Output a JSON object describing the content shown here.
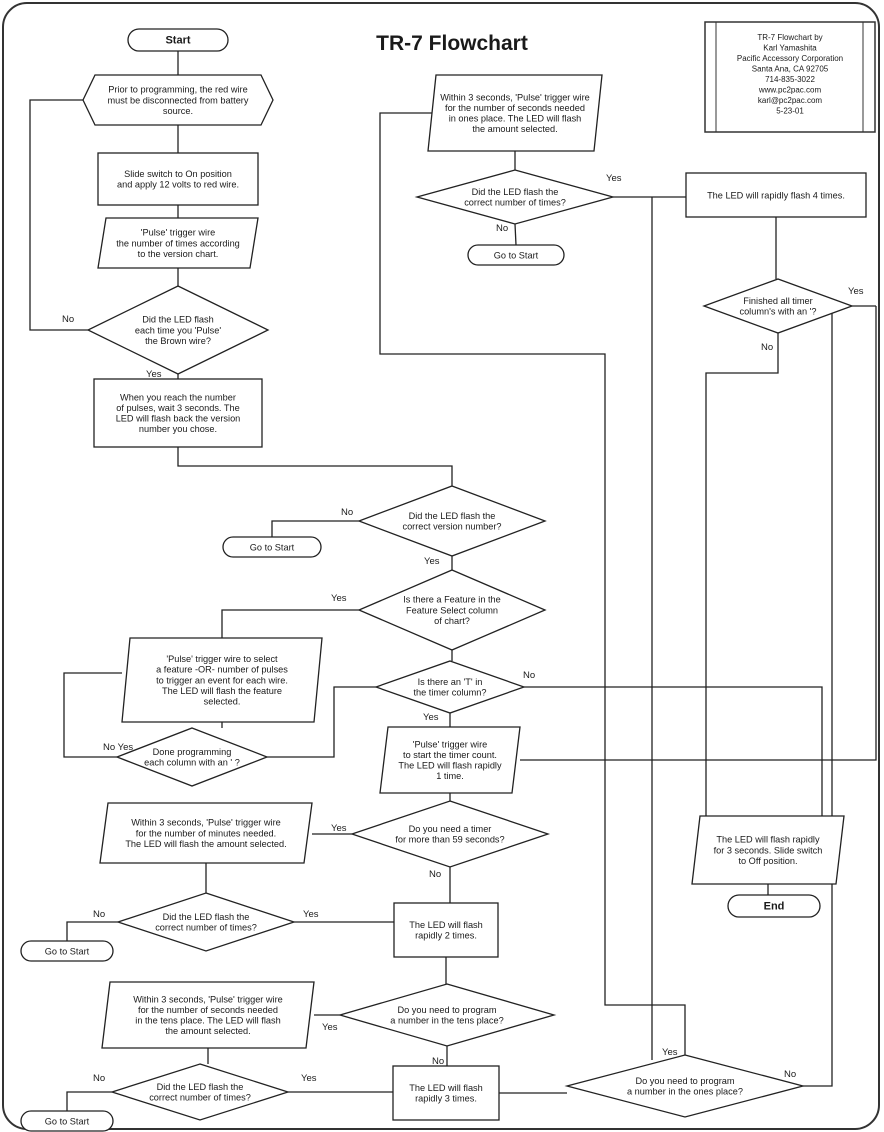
{
  "title": "TR-7 Flowchart",
  "credits": [
    "TR-7 Flowchart by",
    "Karl Yamashita",
    "Pacific Accessory Corporation",
    "Santa Ana, CA 92705",
    "714-835-3022",
    "www.pc2pac.com",
    "karl@pc2pac.com",
    "5-23-01"
  ],
  "nodes": {
    "start": [
      "Start"
    ],
    "prior": [
      "Prior to programming, the red wire",
      "must be disconnected from battery",
      "source."
    ],
    "slide": [
      "Slide switch to On position",
      "and apply 12 volts to red wire."
    ],
    "pulse_version": [
      "'Pulse' trigger wire",
      "the number of times according",
      "to the version chart."
    ],
    "did_flash_each": [
      "Did the LED flash",
      "each time you 'Pulse'",
      "the Brown wire?"
    ],
    "reach_number": [
      "When you reach the number",
      "of pulses, wait 3 seconds. The",
      "LED will flash back the version",
      "number you chose."
    ],
    "did_flash_version": [
      "Did the LED flash the",
      "correct version number?"
    ],
    "goto1": [
      "Go to Start"
    ],
    "feature_q": [
      "Is there a Feature in the",
      "Feature Select column",
      "of chart?"
    ],
    "pulse_feature": [
      "'Pulse' trigger wire to select",
      "a feature -OR- number of pulses",
      "to trigger an event for each wire.",
      "The LED will flash the feature",
      "selected."
    ],
    "done_prog": [
      "Done programming",
      "each column with an ' ?"
    ],
    "timer_q": [
      "Is there an 'T' in",
      "the timer column?"
    ],
    "pulse_timer": [
      "'Pulse' trigger wire",
      "to start the timer count.",
      "The LED will flash rapidly",
      "1 time."
    ],
    "need_timer": [
      "Do you need a timer",
      "for more than 59 seconds?"
    ],
    "minutes": [
      "Within 3 seconds, 'Pulse' trigger wire",
      "for the number of minutes needed.",
      "The LED will flash the amount selected."
    ],
    "did_min": [
      "Did the LED flash the",
      "correct number of times?"
    ],
    "goto2": [
      "Go to Start"
    ],
    "flash2": [
      "The LED will flash",
      "rapidly 2 times."
    ],
    "tens_q": [
      "Do you need to program",
      "a number in the tens place?"
    ],
    "tens": [
      "Within 3 seconds, 'Pulse' trigger wire",
      "for the number of seconds needed",
      "in the tens place. The LED will flash",
      "the amount selected."
    ],
    "did_tens": [
      "Did the LED flash the",
      "correct number of times?"
    ],
    "goto3": [
      "Go to Start"
    ],
    "flash3": [
      "The LED will flash",
      "rapidly 3 times."
    ],
    "ones_q": [
      "Do you need to program",
      "a number in the ones place?"
    ],
    "ones": [
      "Within 3 seconds, 'Pulse' trigger wire",
      "for the number of seconds needed",
      "in ones place. The LED will flash",
      "the amount selected."
    ],
    "did_ones": [
      "Did the LED flash the",
      "correct number of times?"
    ],
    "goto4": [
      "Go to Start"
    ],
    "flash4": [
      "The LED will rapidly flash 4 times."
    ],
    "finished_q": [
      "Finished all timer",
      "column's with an '?"
    ],
    "final": [
      "The LED will flash rapidly",
      "for 3 seconds. Slide switch",
      "to Off position."
    ],
    "end": [
      "End"
    ]
  },
  "edge_labels": {
    "no": "No",
    "yes": "Yes",
    "no_yes": "No Yes"
  }
}
